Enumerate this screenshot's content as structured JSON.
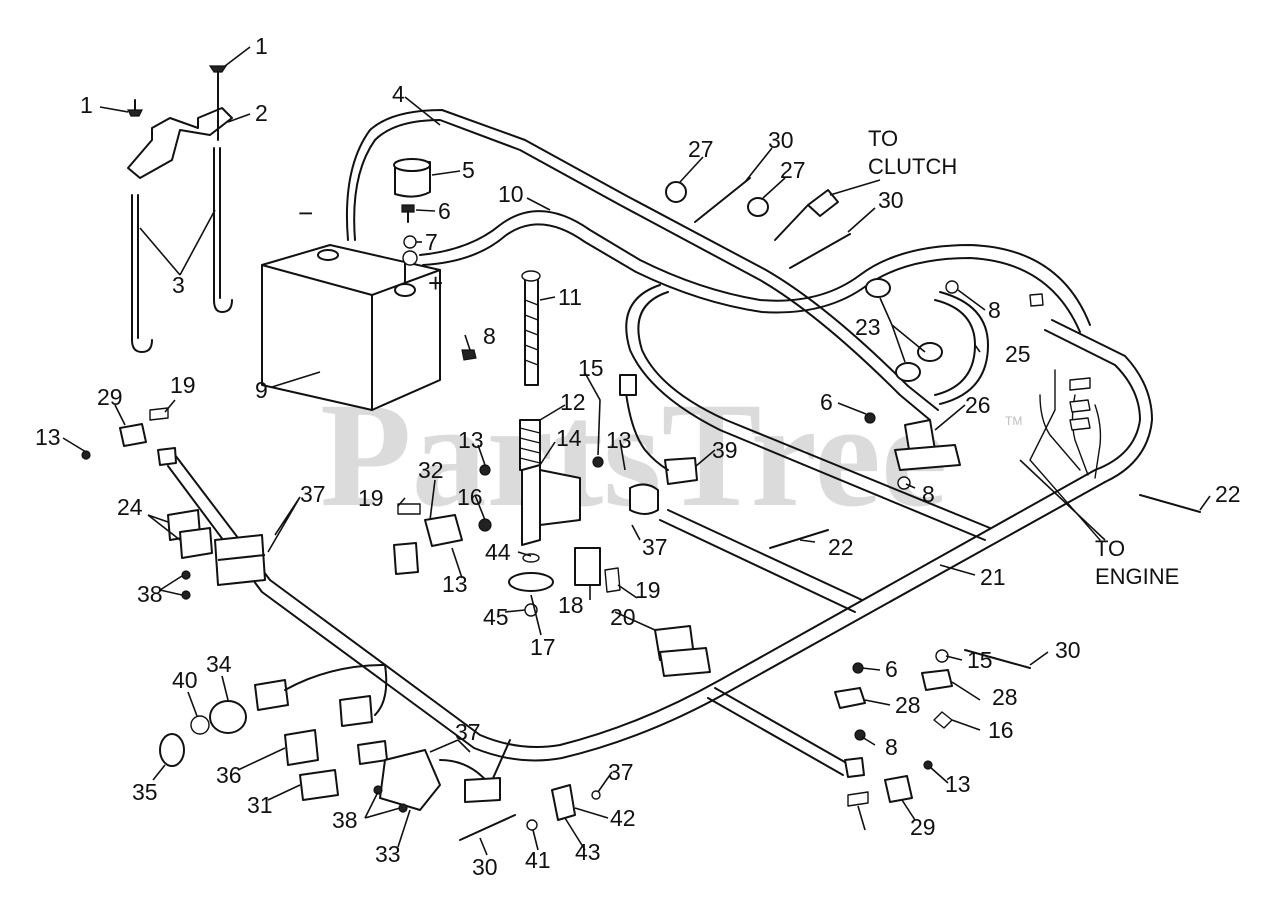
{
  "watermark": {
    "text": "PartsTree",
    "tm": "TM"
  },
  "notes": {
    "to_clutch": [
      "TO",
      "CLUTCH"
    ],
    "to_engine": [
      "TO",
      "ENGINE"
    ]
  },
  "battery_signs": {
    "negative": "−",
    "positive": "+"
  },
  "callouts": [
    {
      "id": "c1a",
      "label": "1"
    },
    {
      "id": "c1b",
      "label": "1"
    },
    {
      "id": "c2",
      "label": "2"
    },
    {
      "id": "c3",
      "label": "3"
    },
    {
      "id": "c4",
      "label": "4"
    },
    {
      "id": "c5",
      "label": "5"
    },
    {
      "id": "c6a",
      "label": "6"
    },
    {
      "id": "c7",
      "label": "7"
    },
    {
      "id": "c8a",
      "label": "8"
    },
    {
      "id": "c9",
      "label": "9"
    },
    {
      "id": "c10",
      "label": "10"
    },
    {
      "id": "c11",
      "label": "11"
    },
    {
      "id": "c12",
      "label": "12"
    },
    {
      "id": "c13a",
      "label": "13"
    },
    {
      "id": "c14",
      "label": "14"
    },
    {
      "id": "c15a",
      "label": "15"
    },
    {
      "id": "c13b",
      "label": "13"
    },
    {
      "id": "c16a",
      "label": "16"
    },
    {
      "id": "c17",
      "label": "17"
    },
    {
      "id": "c18",
      "label": "18"
    },
    {
      "id": "c19a",
      "label": "19"
    },
    {
      "id": "c19b",
      "label": "19"
    },
    {
      "id": "c19c",
      "label": "19"
    },
    {
      "id": "c20",
      "label": "20"
    },
    {
      "id": "c21",
      "label": "21"
    },
    {
      "id": "c22a",
      "label": "22"
    },
    {
      "id": "c22b",
      "label": "22"
    },
    {
      "id": "c23",
      "label": "23"
    },
    {
      "id": "c24",
      "label": "24"
    },
    {
      "id": "c25",
      "label": "25"
    },
    {
      "id": "c26",
      "label": "26"
    },
    {
      "id": "c27a",
      "label": "27"
    },
    {
      "id": "c27b",
      "label": "27"
    },
    {
      "id": "c28a",
      "label": "28"
    },
    {
      "id": "c28b",
      "label": "28"
    },
    {
      "id": "c29a",
      "label": "29"
    },
    {
      "id": "c29b",
      "label": "29"
    },
    {
      "id": "c30a",
      "label": "30"
    },
    {
      "id": "c30b",
      "label": "30"
    },
    {
      "id": "c30c",
      "label": "30"
    },
    {
      "id": "c30d",
      "label": "30"
    },
    {
      "id": "c31",
      "label": "31"
    },
    {
      "id": "c32",
      "label": "32"
    },
    {
      "id": "c33",
      "label": "33"
    },
    {
      "id": "c34",
      "label": "34"
    },
    {
      "id": "c35",
      "label": "35"
    },
    {
      "id": "c36",
      "label": "36"
    },
    {
      "id": "c37a",
      "label": "37"
    },
    {
      "id": "c37b",
      "label": "37"
    },
    {
      "id": "c37c",
      "label": "37"
    },
    {
      "id": "c37d",
      "label": "37"
    },
    {
      "id": "c38a",
      "label": "38"
    },
    {
      "id": "c38b",
      "label": "38"
    },
    {
      "id": "c39",
      "label": "39"
    },
    {
      "id": "c40",
      "label": "40"
    },
    {
      "id": "c41",
      "label": "41"
    },
    {
      "id": "c42",
      "label": "42"
    },
    {
      "id": "c43",
      "label": "43"
    },
    {
      "id": "c44",
      "label": "44"
    },
    {
      "id": "c45",
      "label": "45"
    },
    {
      "id": "c13c",
      "label": "13"
    },
    {
      "id": "c13d",
      "label": "13"
    },
    {
      "id": "c13e",
      "label": "13"
    },
    {
      "id": "c6b",
      "label": "6"
    },
    {
      "id": "c6c",
      "label": "6"
    },
    {
      "id": "c8b",
      "label": "8"
    },
    {
      "id": "c8c",
      "label": "8"
    },
    {
      "id": "c8d",
      "label": "8"
    },
    {
      "id": "c15b",
      "label": "15"
    },
    {
      "id": "c16b",
      "label": "16"
    }
  ]
}
